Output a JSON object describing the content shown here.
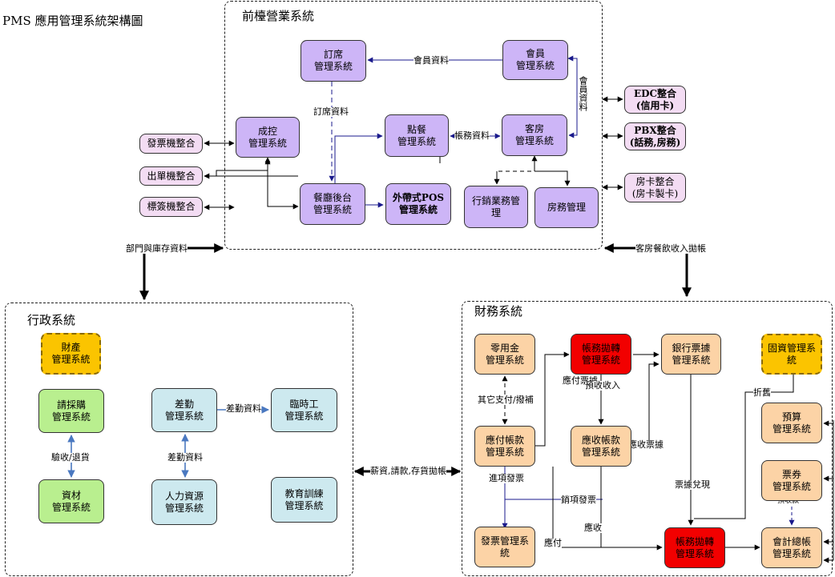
{
  "title": "PMS 應用管理系統架構圖",
  "regions": {
    "front": "前檯營業系統",
    "admin": "行政系統",
    "finance": "財務系統"
  },
  "nodes": {
    "booking": "訂席\n管理系統",
    "member": "會員\n管理系統",
    "cost_control": "成控\n管理系統",
    "ordering": "點餐\n管理系統",
    "guest_room": "客房\n管理系統",
    "kitchen": "餐廳後台\n管理系統",
    "takeout_pos": "外帶式POS\n管理系統",
    "sales": "行銷業務管\n理",
    "housekeeping": "房務管理",
    "invoice_machine": "發票機整合",
    "slip_printer": "出單機整合",
    "label_printer": "標簽機整合",
    "edc": "EDC整合\n(信用卡)",
    "pbx": "PBX整合\n(話務,房務)",
    "room_card": "房卡整合\n(房卡製卡)",
    "property": "財產\n管理系統",
    "purchase": "請採購\n管理系統",
    "material": "資材\n管理系統",
    "attendance": "差勤\n管理系統",
    "temp_worker": "臨時工\n管理系統",
    "hr": "人力資源\n管理系統",
    "training": "教育訓練\n管理系統",
    "petty_cash": "零用金\n管理系統",
    "transfer_top": "帳務拋轉\n管理系統",
    "bank_notes": "銀行票據\n管理系統",
    "fixed_assets": "固資管理系\n統",
    "budget": "預算\n管理系統",
    "payable": "應付帳款\n管理系統",
    "receivable": "應收帳款\n管理系統",
    "vouchers": "票券\n管理系統",
    "invoice_mgmt": "發票管理系\n統",
    "transfer_bottom": "帳務拋轉\n管理系統",
    "ledger": "會計總帳\n管理系統"
  },
  "labels": {
    "member_data": "會員資料",
    "member_data_v": "會員資料",
    "booking_data": "訂席資料",
    "account_data": "帳務資料",
    "dept_inventory": "部門與庫存資料",
    "room_dining_income": "客房餐飲收入拋帳",
    "inspection_return": "驗收/退貨",
    "attendance_data": "差勤資料",
    "attendance_data2": "差勤資料",
    "payroll": "薪資,請款,存貨拋帳",
    "other_payments": "其它支付/撥補",
    "payable_notes": "應付票據",
    "advance_income": "預收收入",
    "receivable_notes": "應收票據",
    "depreciation": "折舊",
    "input_invoice": "進項發票",
    "output_invoice": "銷項發票",
    "payable_short": "應付",
    "receivable_short": "應收",
    "bill_cashing": "票據兌現",
    "pre_receipt": "預收款"
  }
}
